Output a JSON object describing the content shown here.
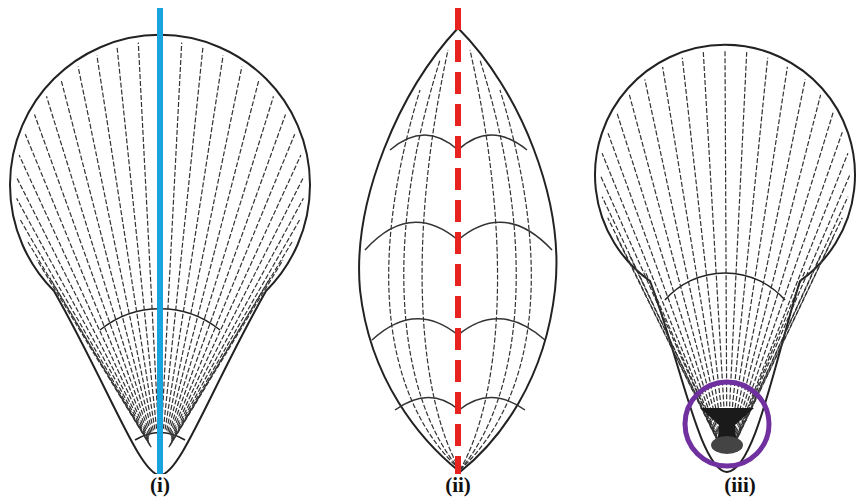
{
  "diagram": {
    "labels": [
      "(i)",
      "(ii)",
      "(iii)"
    ]
  }
}
